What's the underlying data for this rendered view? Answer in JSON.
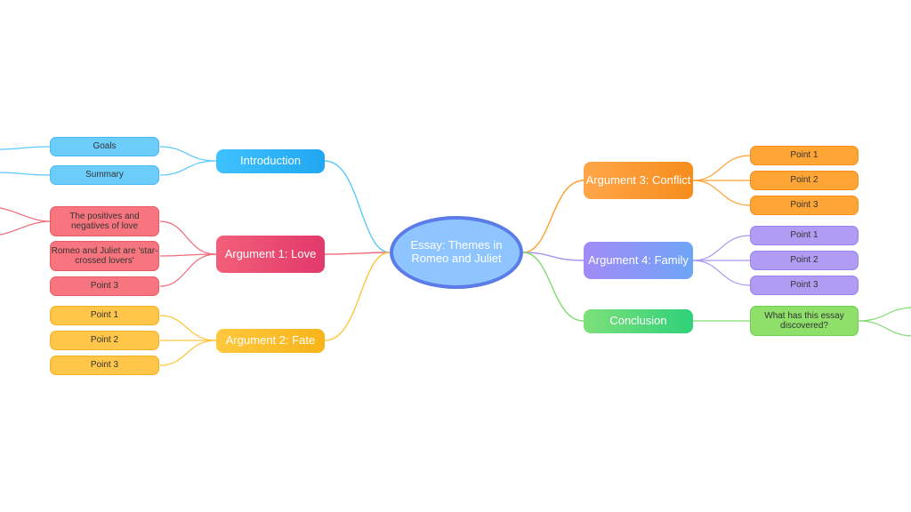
{
  "central": {
    "label": "Essay: Themes in Romeo and Juliet"
  },
  "branches": {
    "introduction": {
      "label": "Introduction",
      "leaves": [
        "Goals",
        "Summary"
      ]
    },
    "argument1": {
      "label": "Argument 1: Love",
      "leaves": [
        "The positives and negatives of love",
        "Romeo and Juliet are 'star-crossed lovers'",
        "Point 3"
      ]
    },
    "argument2": {
      "label": "Argument 2: Fate",
      "leaves": [
        "Point 1",
        "Point 2",
        "Point 3"
      ]
    },
    "argument3": {
      "label": "Argument 3: Conflict",
      "leaves": [
        "Point 1",
        "Point 2",
        "Point 3"
      ]
    },
    "argument4": {
      "label": "Argument 4: Family",
      "leaves": [
        "Point 1",
        "Point 2",
        "Point 3"
      ]
    },
    "conclusion": {
      "label": "Conclusion",
      "leaves": [
        "What has this essay discovered?"
      ]
    }
  },
  "colors": {
    "introduction": "#5dc8fb",
    "argument1": "#f06a7a",
    "argument2": "#ffc53d",
    "argument3": "#ff9f32",
    "argument4": "#a596f4",
    "conclusion": "#7fdb6f",
    "central_fill": "#8fc5ff",
    "central_outline": "#5a7be8"
  }
}
